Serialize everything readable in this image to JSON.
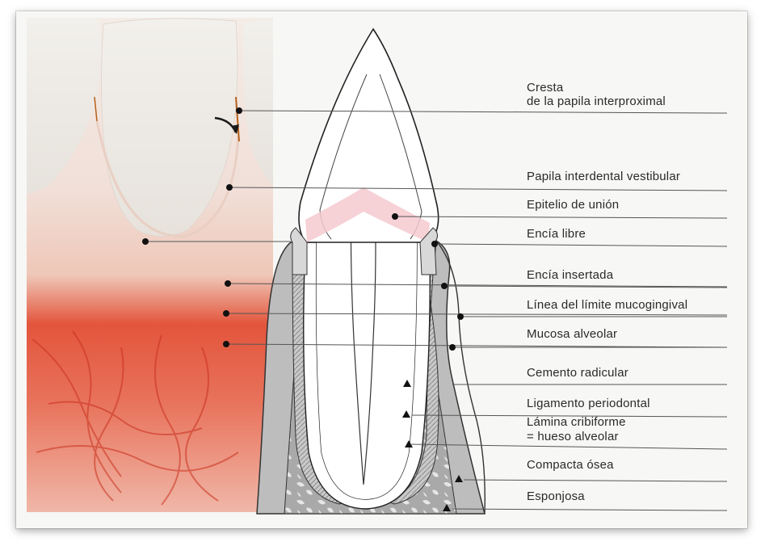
{
  "labels": {
    "cresta_line1": "Cresta",
    "cresta_line2": "de la papila interproximal",
    "papila_vestibular": "Papila interdental vestibular",
    "epitelio_union": "Epitelio de unión",
    "encia_libre": "Encía libre",
    "encia_insertada": "Encía insertada",
    "linea_limite": "Línea del límite mucogingival",
    "mucosa_alveolar": "Mucosa alveolar",
    "cemento_radicular": "Cemento radicular",
    "ligamento_periodontal": "Ligamento periodontal",
    "lamina_line1": "Lámina cribiforme",
    "lamina_line2": "= hueso alveolar",
    "compacta_osea": "Compacta ósea",
    "esponjosa": "Esponjosa"
  },
  "colors": {
    "background": "#f7f7f5",
    "tooth_enamel": "#ffffff",
    "gingiva_pink": "#f2e2de",
    "mucosa_red": "#e0432c",
    "bone_gray": "#b9b9b9",
    "sponge_gray": "#9a9a9a",
    "junctional_pink": "#f4c9cf",
    "leader_line": "#444444"
  }
}
